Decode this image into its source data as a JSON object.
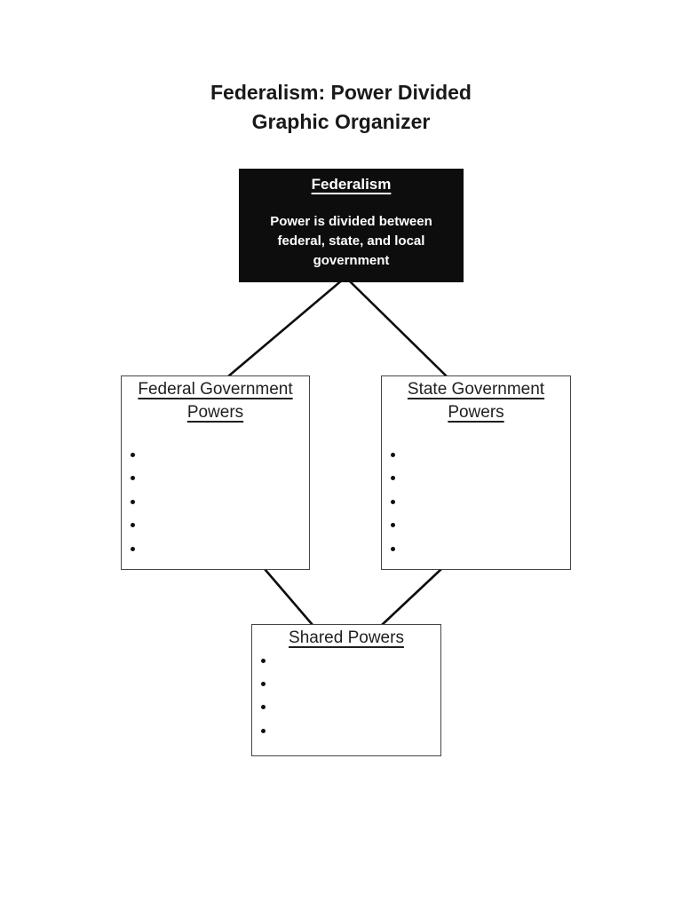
{
  "page": {
    "title_line1": "Federalism: Power Divided",
    "title_line2": "Graphic Organizer"
  },
  "root_box": {
    "heading": "Federalism",
    "description": "Power is divided between federal, state, and local government"
  },
  "federal_box": {
    "heading": "Federal Government Powers",
    "bullets": [
      "",
      "",
      "",
      "",
      ""
    ]
  },
  "state_box": {
    "heading": "State Government Powers",
    "bullets": [
      "",
      "",
      "",
      "",
      ""
    ]
  },
  "shared_box": {
    "heading": "Shared Powers",
    "bullets": [
      "",
      "",
      "",
      ""
    ]
  },
  "colors": {
    "root_box_fill": "#0d0d0d",
    "root_box_text": "#ffffff",
    "node_border": "#454545",
    "connector_line": "#0d0d0d",
    "page_background": "#ffffff"
  }
}
